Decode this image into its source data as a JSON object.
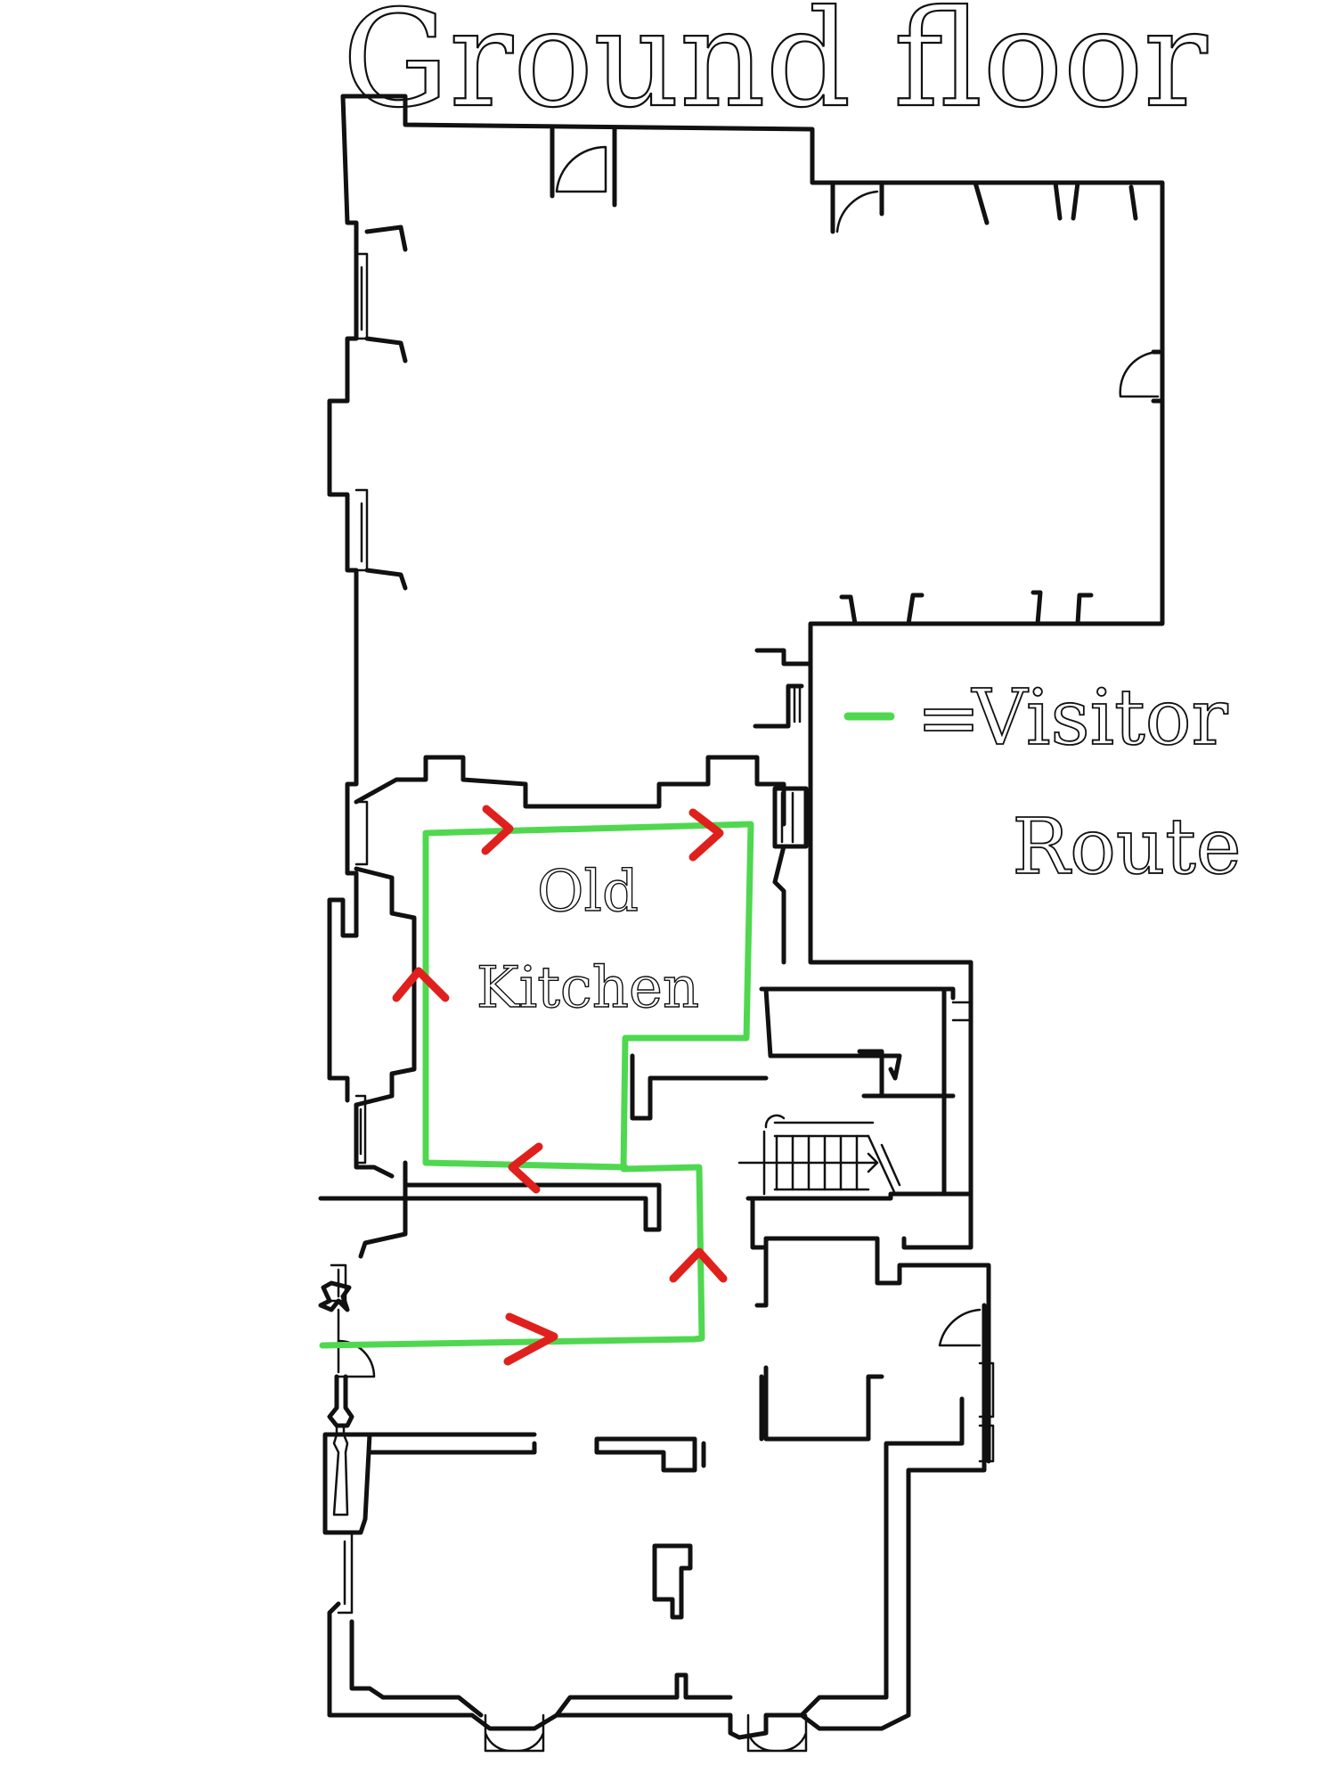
{
  "title": "Ground floor",
  "room_label": {
    "line1": "Old",
    "line2": "Kitchen"
  },
  "legend": {
    "equals": "=",
    "line1": "Visitor",
    "line2": "Route"
  },
  "colors": {
    "route": "#4fd84f",
    "arrow": "#e0201c",
    "wall": "#111111"
  },
  "arrow_directions": [
    "right",
    "right",
    "up",
    "left",
    "up",
    "right"
  ]
}
